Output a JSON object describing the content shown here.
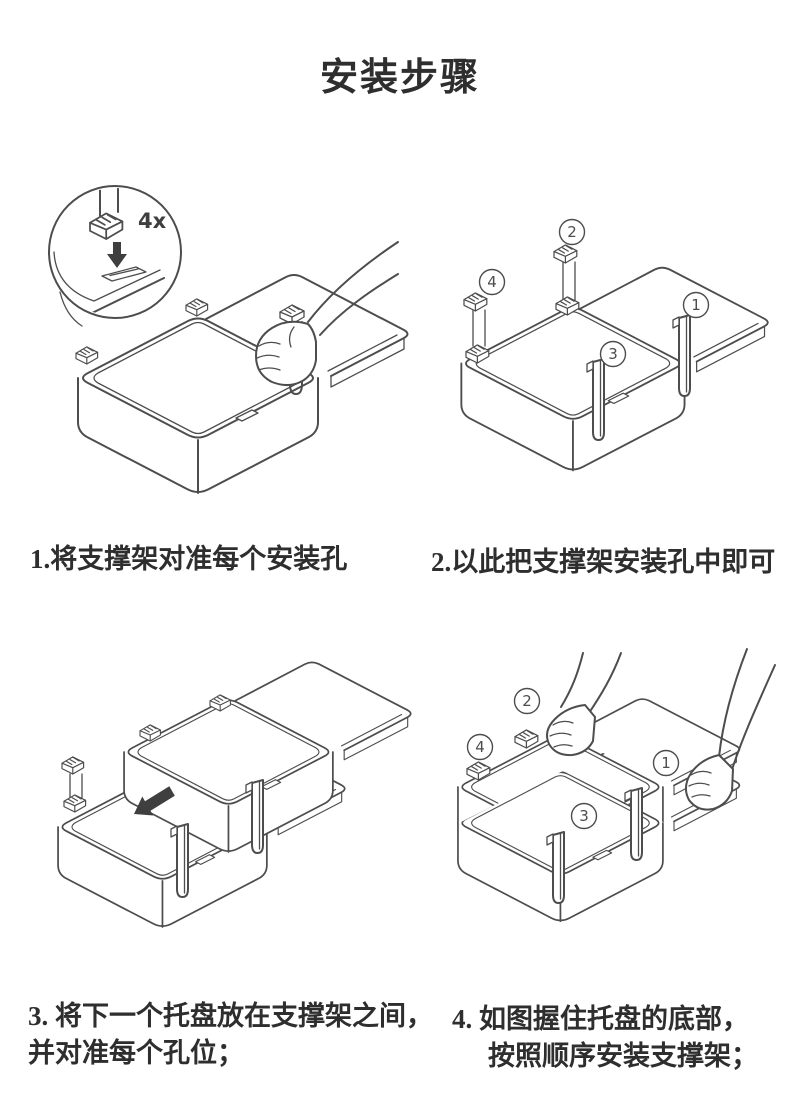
{
  "page": {
    "title": "安装步骤"
  },
  "steps": [
    {
      "lines": [
        "1.将支撑架对准每个安装孔"
      ]
    },
    {
      "lines": [
        "2.以此把支撑架安装孔中即可"
      ]
    },
    {
      "lines": [
        "3. 将下一个托盘放在支撑架之间，",
        "并对准每个孔位；"
      ]
    },
    {
      "lines": [
        "4. 如图握住托盘的底部，",
        "按照顺序安装支撑架；"
      ]
    }
  ],
  "figures": {
    "step1": {
      "quantity_label": "4x"
    },
    "step2": {
      "markers": [
        "1",
        "2",
        "3",
        "4"
      ]
    },
    "step4": {
      "markers": [
        "1",
        "2",
        "3",
        "4"
      ]
    }
  },
  "colors": {
    "background": "#ffffff",
    "line": "#4d4d4d",
    "text": "#2e2e2e",
    "arrow": "#3f3f3f"
  }
}
